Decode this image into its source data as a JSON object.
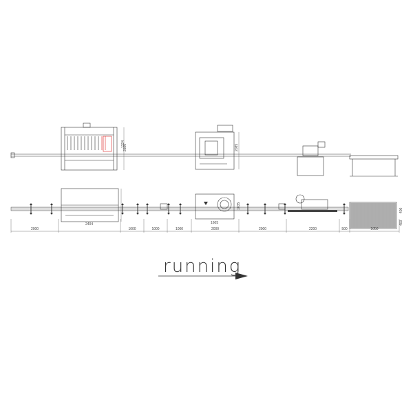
{
  "title": "running",
  "top_view_dimensions": {
    "filler_height": "2500",
    "capper_height": "2085"
  },
  "plan_dimensions": {
    "filler_width": "2404",
    "filler_depth": "1324",
    "capper_width": "1605",
    "capper_depth": "1035",
    "table_depth_a": "400",
    "table_depth_b": "400",
    "segments": [
      "2000",
      "1000",
      "1000",
      "1000",
      "2000",
      "2000",
      "2200",
      "500",
      "2000"
    ]
  },
  "colors": {
    "line": "#333333",
    "accent": "#dd2222"
  }
}
